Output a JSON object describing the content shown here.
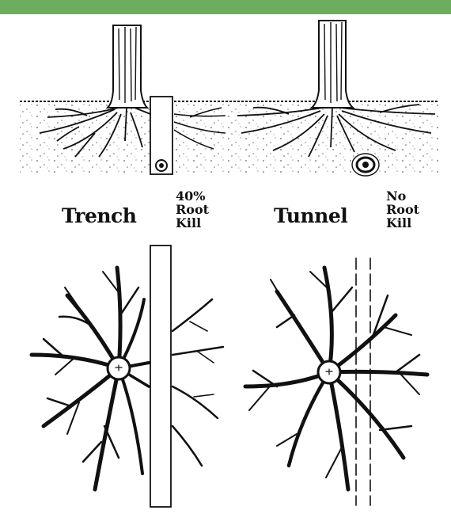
{
  "colors": {
    "header_bar": "#6dad5e",
    "ink": "#111111",
    "paper": "#ffffff"
  },
  "panels": {
    "trench": {
      "title": "Trench",
      "note_line1": "40%",
      "note_line2": "Root",
      "note_line3": "Kill"
    },
    "tunnel": {
      "title": "Tunnel",
      "note_line1": "No",
      "note_line2": "Root",
      "note_line3": "Kill"
    }
  },
  "icons": [
    "tree-trunk-icon",
    "utility-pipe-icon",
    "root-system-icon"
  ]
}
